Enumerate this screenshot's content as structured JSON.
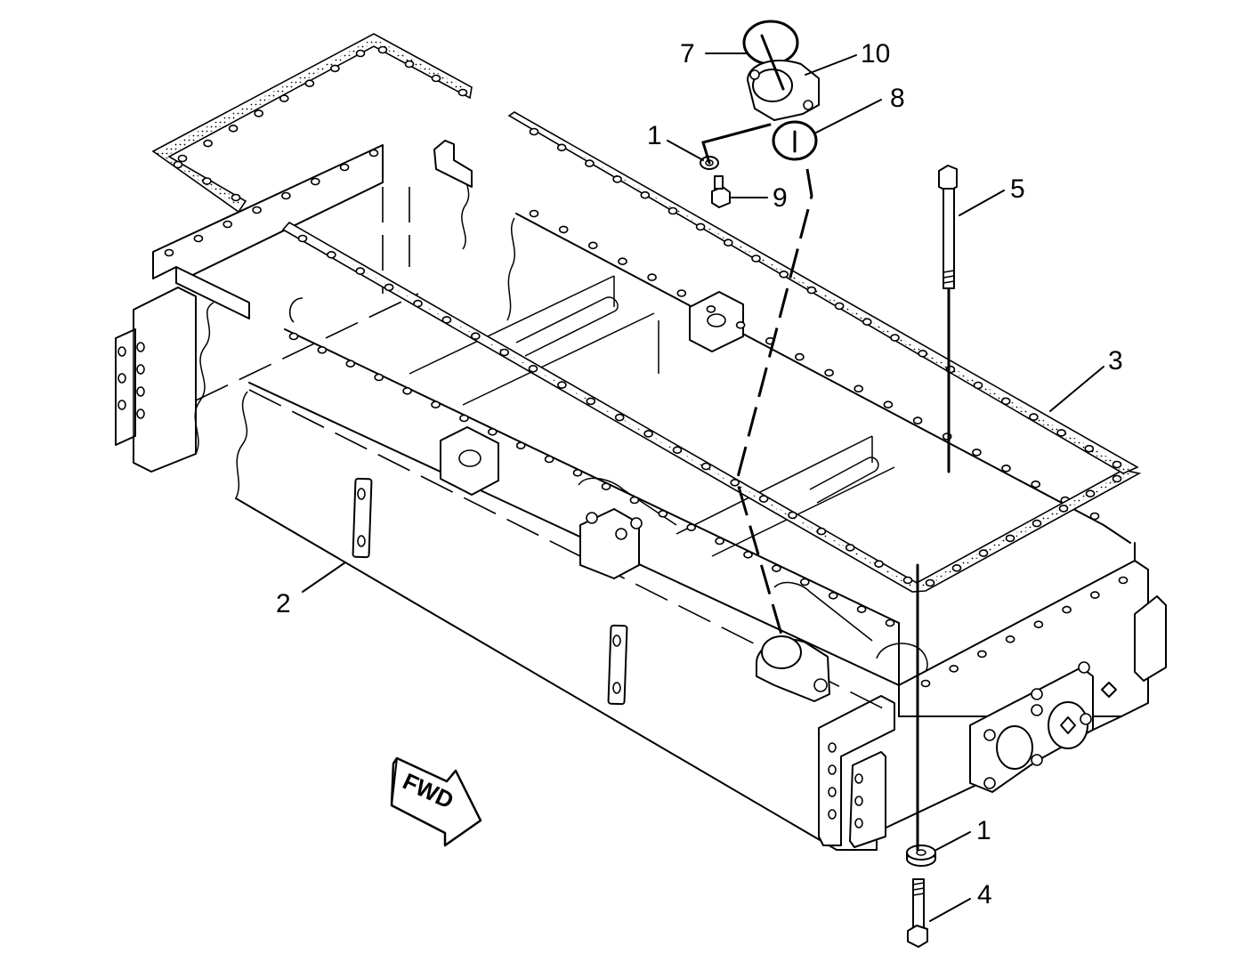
{
  "diagram": {
    "callouts": [
      {
        "id": "c1a",
        "label": "1"
      },
      {
        "id": "c1b",
        "label": "1"
      },
      {
        "id": "c2",
        "label": "2"
      },
      {
        "id": "c3",
        "label": "3"
      },
      {
        "id": "c4",
        "label": "4"
      },
      {
        "id": "c5",
        "label": "5"
      },
      {
        "id": "c7",
        "label": "7"
      },
      {
        "id": "c8",
        "label": "8"
      },
      {
        "id": "c9",
        "label": "9"
      },
      {
        "id": "c10",
        "label": "10"
      }
    ],
    "direction_arrow": "FWD"
  }
}
